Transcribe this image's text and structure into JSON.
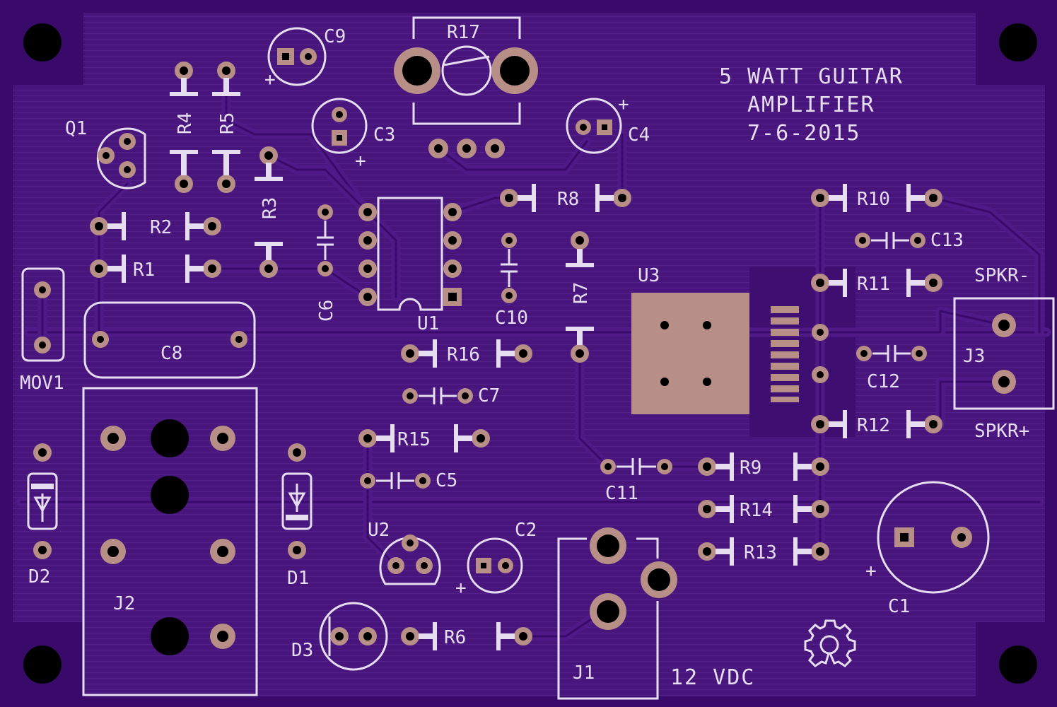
{
  "board": {
    "title_lines": [
      "5 WATT GUITAR",
      "AMPLIFIER",
      "7-6-2015"
    ],
    "power_label": "12 VDC",
    "colors": {
      "substrate": "#3a0a6a",
      "copper_pour": "#48157d",
      "silkscreen": "#e6def0",
      "pad": "#b78f86",
      "drill": "#000000"
    },
    "icons": [
      "mounting-hole-icon",
      "open-hardware-gear-icon",
      "diode-symbol-icon",
      "capacitor-symbol-icon",
      "potentiometer-wiper-icon"
    ]
  },
  "labels": {
    "C9": "C9",
    "R17": "R17",
    "Q1": "Q1",
    "R4": "R4",
    "R5": "R5",
    "C3": "C3",
    "C4": "C4",
    "R8": "R8",
    "R10": "R10",
    "C13": "C13",
    "R2": "R2",
    "R1": "R1",
    "R3": "R3",
    "C6": "C6",
    "U1": "U1",
    "C10": "C10",
    "R7": "R7",
    "U3": "U3",
    "R11": "R11",
    "SPKR_minus": "SPKR-",
    "J3": "J3",
    "MOV1": "MOV1",
    "C8": "C8",
    "R16": "R16",
    "C7": "C7",
    "C12": "C12",
    "R12": "R12",
    "SPKR_plus": "SPKR+",
    "R15": "R15",
    "C5": "C5",
    "C11": "C11",
    "R9": "R9",
    "R14": "R14",
    "R13": "R13",
    "D2": "D2",
    "J2": "J2",
    "D1": "D1",
    "U2": "U2",
    "C2": "C2",
    "C1": "C1",
    "D3": "D3",
    "R6": "R6",
    "J1": "J1",
    "plus": "+"
  }
}
